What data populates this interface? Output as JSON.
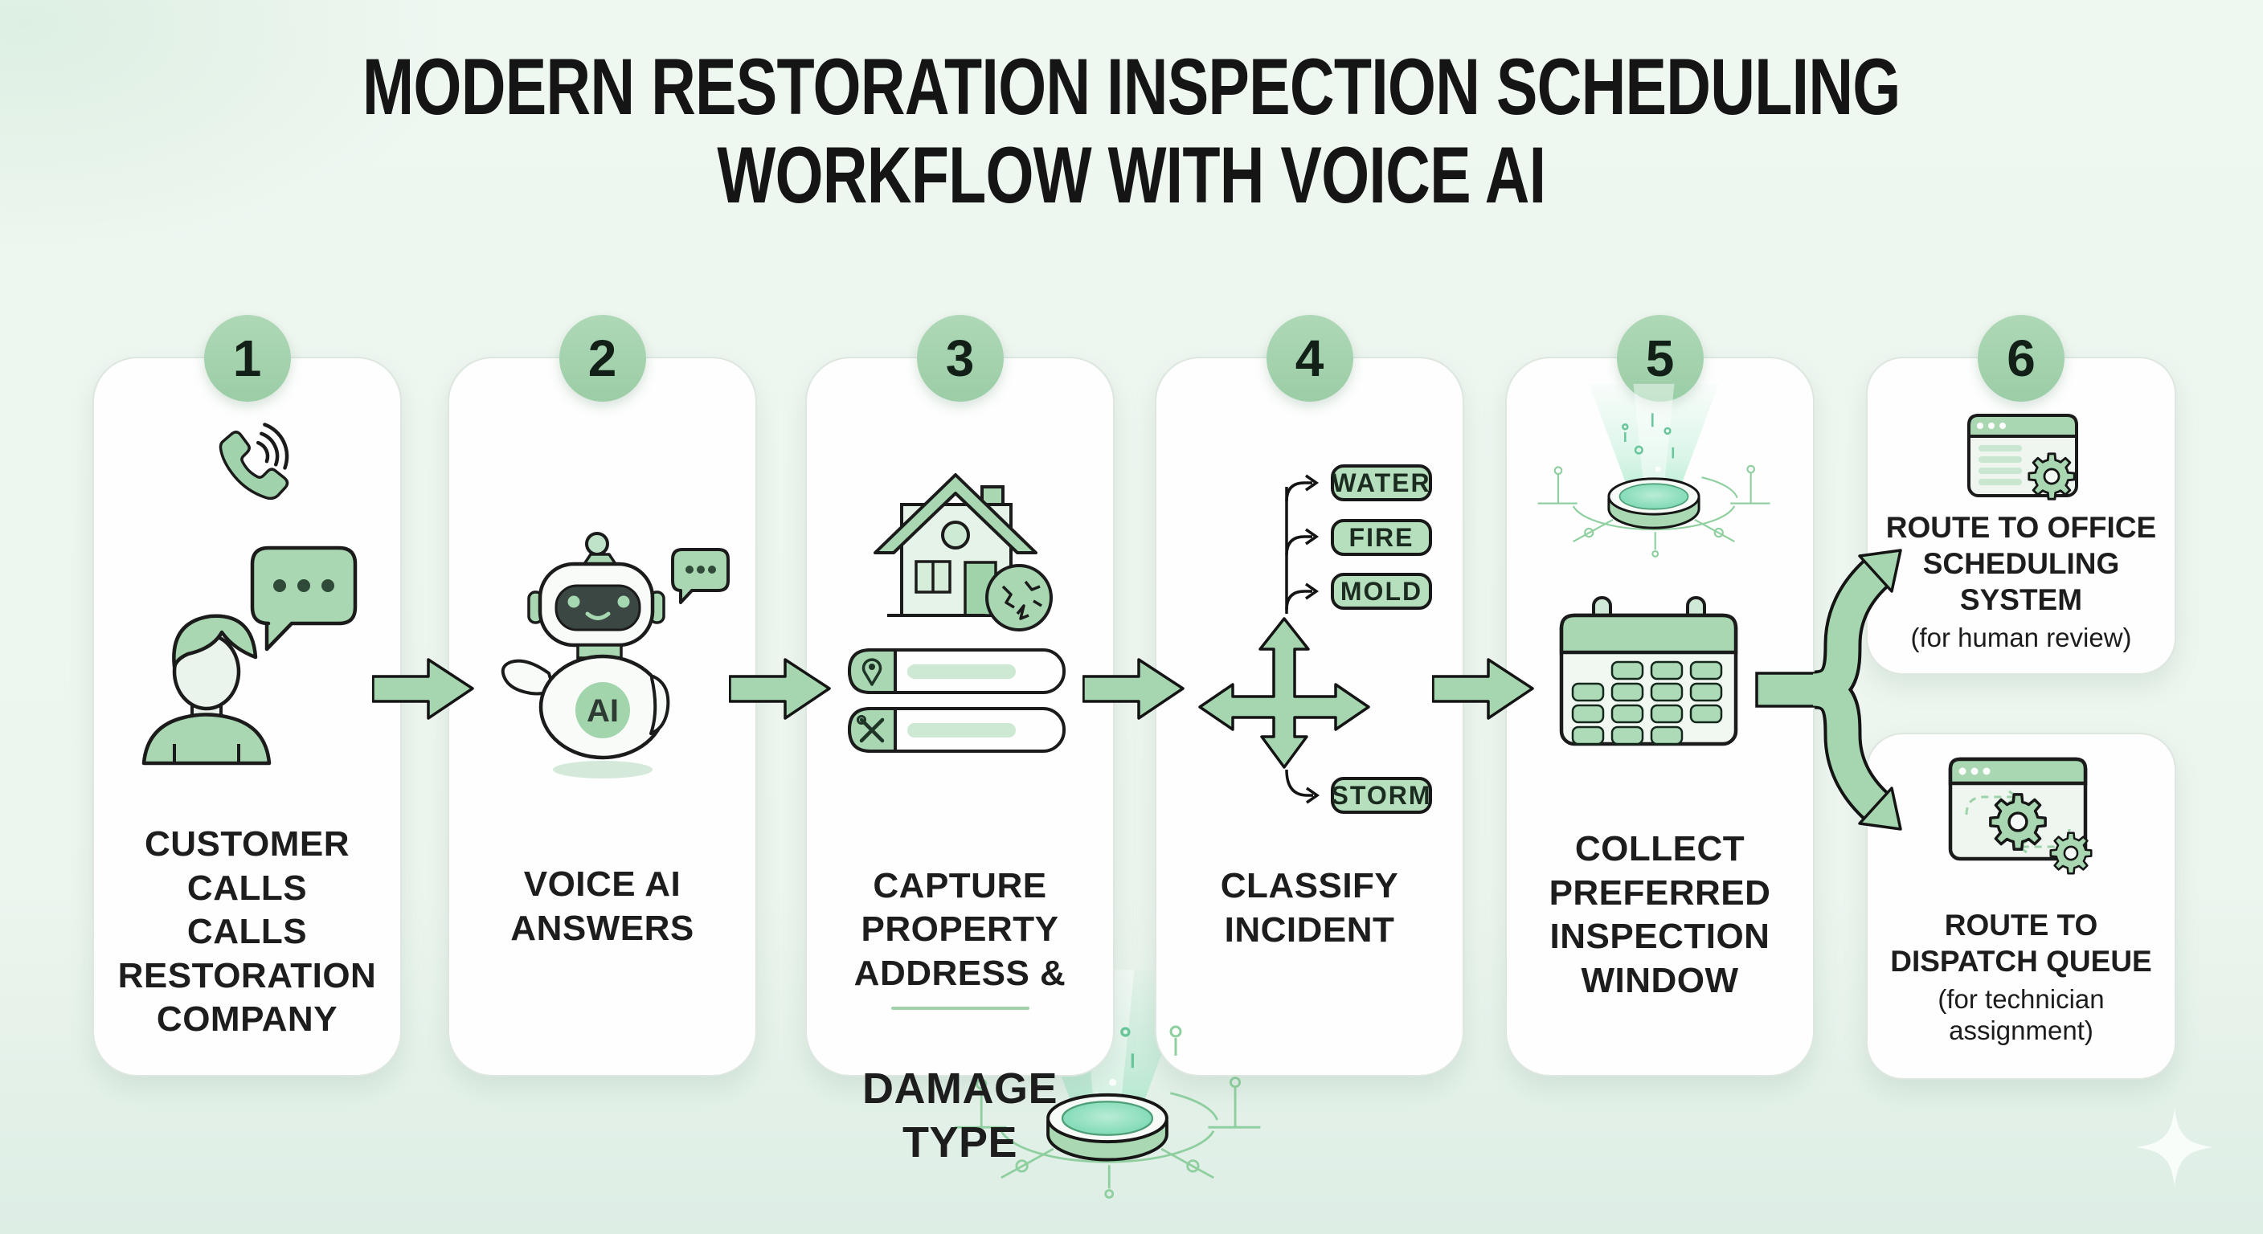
{
  "title": {
    "line1": "MODERN RESTORATION INSPECTION SCHEDULING",
    "line2": "WORKFLOW WITH VOICE AI"
  },
  "steps": [
    {
      "number": "1",
      "label": [
        "CUSTOMER",
        "CALLS",
        "CALLS",
        "RESTORATION",
        "COMPANY"
      ],
      "icons": [
        "phone-call-icon",
        "speech-bubble-icon",
        "customer-icon"
      ]
    },
    {
      "number": "2",
      "label": [
        "VOICE AI",
        "ANSWERS"
      ],
      "chip": "AI",
      "icons": [
        "robot-icon",
        "speech-bubble-icon"
      ]
    },
    {
      "number": "3",
      "label": [
        "CAPTURE",
        "PROPERTY",
        "ADDRESS &"
      ],
      "label_emphasis": "DAMAGE TYPE",
      "icons": [
        "house-damage-icon",
        "address-field-icon",
        "damage-type-field-icon"
      ]
    },
    {
      "number": "4",
      "label": [
        "CLASSIFY",
        "INCIDENT"
      ],
      "pills": [
        "WATER",
        "FIRE",
        "MOLD",
        "STORM"
      ],
      "icons": [
        "direction-cross-icon"
      ]
    },
    {
      "number": "5",
      "label": [
        "COLLECT",
        "PREFERRED",
        "INSPECTION",
        "WINDOW"
      ],
      "icons": [
        "hologram-platform-icon",
        "calendar-icon"
      ]
    },
    {
      "number": "6",
      "routes": [
        {
          "label": [
            "ROUTE TO OFFICE",
            "SCHEDULING",
            "SYSTEM"
          ],
          "note": "(for human review)",
          "icons": [
            "browser-gear-icon"
          ]
        },
        {
          "label": [
            "ROUTE TO",
            "DISPATCH QUEUE"
          ],
          "note": "(for technician assignment)",
          "icons": [
            "browser-gears-icon"
          ]
        }
      ]
    }
  ],
  "colors": {
    "background": "#ecf5ee",
    "card": "#fdfefd",
    "accent_green": "#a8d7b1",
    "pill_green": "#b5dfbd",
    "badge_green": "#a3d2ac",
    "glow_teal": "#7fd9b5",
    "outline": "#161616",
    "text": "#1d1d1d"
  }
}
